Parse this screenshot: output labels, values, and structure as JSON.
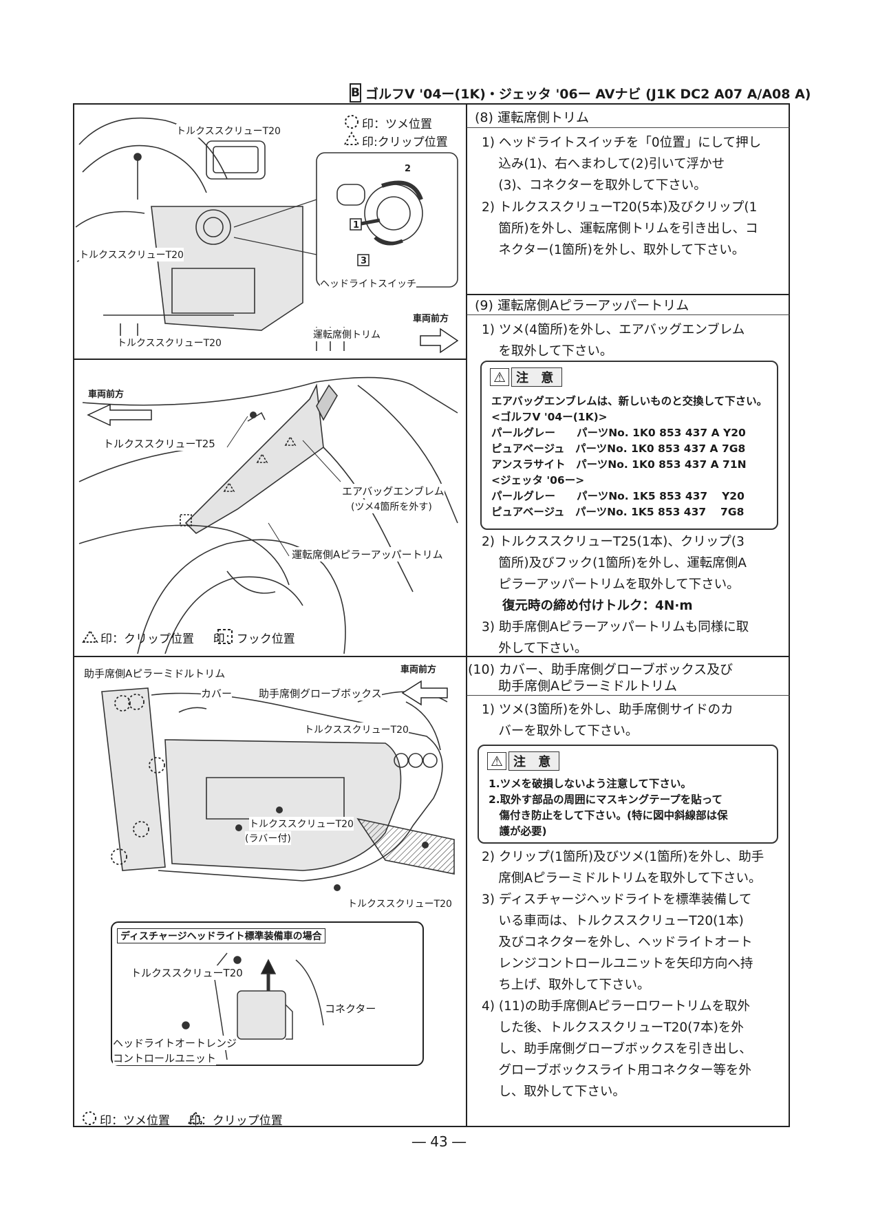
{
  "header": {
    "section": "B",
    "title": "ゴルフV '04ー(1K)・ジェッタ '06ー AVナビ (J1K DC2 A07 A/A08 A)"
  },
  "figures": {
    "fig1": {
      "legend_tsume": "印：ツメ位置",
      "legend_clip": "印:クリップ位置",
      "labels": [
        "トルクススクリューT20",
        "トルクススクリューT20",
        "トルクススクリューT20",
        "ヘッドライトスイッチ",
        "運転席側トリム",
        "車両前方"
      ],
      "callouts": [
        "1",
        "2",
        "3"
      ]
    },
    "fig2": {
      "labels": [
        "車両前方",
        "トルクススクリューT25",
        "エアバッグエンブレム",
        "(ツメ4箇所を外す)",
        "運転席側Aピラーアッパートリム"
      ],
      "legend": "印：クリップ位置 　 印：フック位置"
    },
    "fig3": {
      "labels": [
        "助手席側Aピラーミドルトリム",
        "カバー",
        "助手席側グローブボックス",
        "車両前方",
        "トルクススクリューT20",
        "トルクススクリューT20",
        "(ラバー付)",
        "トルクススクリューT20"
      ],
      "inset_title": "ディスチャージヘッドライト標準装備車の場合",
      "inset_labels": [
        "トルクススクリューT20",
        "コネクター",
        "ヘッドライトオートレンジ",
        "コントロールユニット"
      ],
      "legend": "印：ツメ位置 　 印：クリップ位置"
    }
  },
  "section8": {
    "heading": "(8) 運転席側トリム",
    "steps": [
      "1) ヘッドライトスイッチを「0位置」にして押し\n　 込み(1)、右へまわして(2)引いて浮かせ\n　 (3)、コネクターを取外して下さい。",
      "2) トルクススクリューT20(5本)及びクリップ(1\n　 箇所)を外し、運転席側トリムを引き出し、コ\n　 ネクター(1箇所)を外し、取外して下さい。"
    ]
  },
  "section9": {
    "heading": "(9) 運転席側Aピラーアッパートリム",
    "steps": [
      "1) ツメ(4箇所)を外し、エアバッグエンブレム\n　 を取外して下さい。",
      "2) トルクススクリューT25(1本)、クリップ(3\n　 箇所)及びフック(1箇所)を外し、運転席側A\n　 ピラーアッパートリムを取外して下さい。",
      "3) 助手席側Aピラーアッパートリムも同様に取\n　 外して下さい。"
    ],
    "torque": "復元時の締め付けトルク：4N·m",
    "caution_title": "注 意",
    "caution_lines": "エアバッグエンブレムは、新しいものと交換して下さい。\n<ゴルフV '04ー(1K)>\nパールグレー　　パーツNo. 1K0 853 437 A Y20\nピュアベージュ　パーツNo. 1K0 853 437 A 7G8\nアンスラサイト　パーツNo. 1K0 853 437 A 71N\n<ジェッタ '06ー>\nパールグレー　　パーツNo. 1K5 853 437　 Y20\nピュアベージュ　パーツNo. 1K5 853 437　 7G8"
  },
  "section10": {
    "heading": "(10) カバー、助手席側グローブボックス及び\n　　 助手席側Aピラーミドルトリム",
    "steps": [
      "1) ツメ(3箇所)を外し、助手席側サイドのカ\n　 バーを取外して下さい。",
      "2) クリップ(1箇所)及びツメ(1箇所)を外し、助手\n　 席側Aピラーミドルトリムを取外して下さい。\n3) ディスチャージヘッドライトを標準装備して\n　 いる車両は、トルクススクリューT20(1本)\n　 及びコネクターを外し、ヘッドライトオート\n　 レンジコントロールユニットを矢印方向へ持\n　 ち上げ、取外して下さい。\n4) (11)の助手席側Aピラーロワートリムを取外\n　 した後、トルクススクリューT20(7本)を外\n　 し、助手席側グローブボックスを引き出し、\n　 グローブボックスライト用コネクター等を外\n　 し、取外して下さい。"
    ],
    "caution_title": "注 意",
    "caution_lines": "1.ツメを破損しないよう注意して下さい。\n2.取外す部品の周囲にマスキングテープを貼って\n　傷付き防止をして下さい。(特に図中斜線部は保\n　護が必要)"
  },
  "page_number": "― 43 ―"
}
